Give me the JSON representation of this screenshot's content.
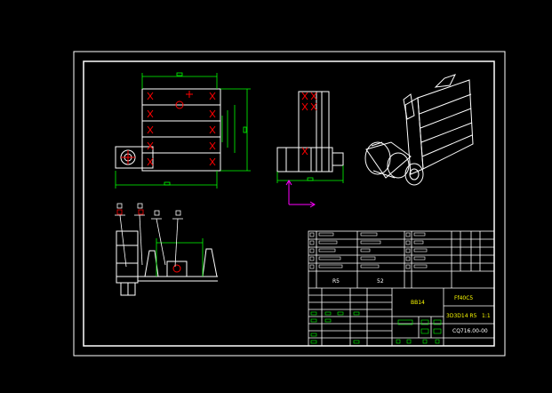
{
  "drawing": {
    "title_block": {
      "name_cells": [
        "R5",
        "52"
      ],
      "header_label": "BB14",
      "project_label": "Ff40C5",
      "drawing_type": "3D3D14 R5",
      "scale_label": "1:1",
      "drawing_number": "CQ716.00-00"
    },
    "colors": {
      "background": "#000000",
      "line": "#ffffff",
      "dimension": "#00ff00",
      "center": "#ff0000",
      "axis": "#ff00ff",
      "text": "#ffff00"
    }
  }
}
